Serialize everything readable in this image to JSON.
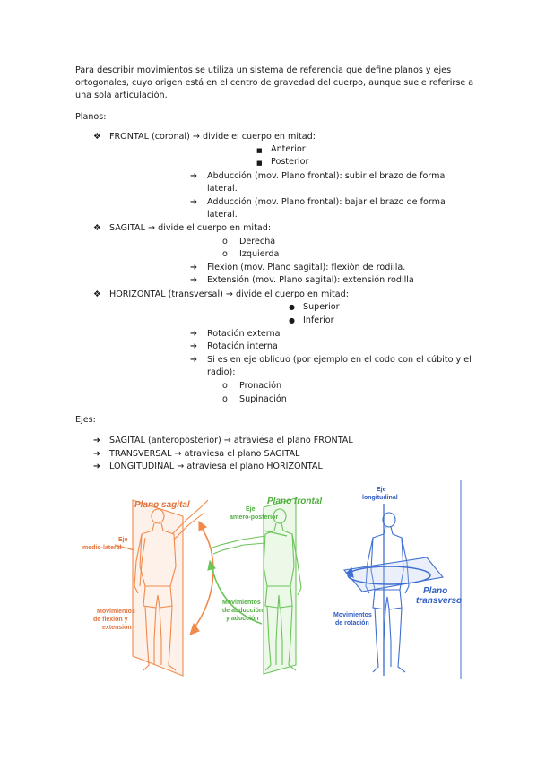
{
  "intro": {
    "line1": "Para describir movimientos se utiliza un sistema de referencia que define planos y ejes",
    "line2": "ortogonales, cuyo origen está en el centro de gravedad del cuerpo, aunque suele referirse a",
    "line3": "una sola articulación."
  },
  "planos": {
    "heading": "Planos:",
    "frontal": {
      "title": "FRONTAL (coronal) → divide el cuerpo en mitad:",
      "sub1": "Anterior",
      "sub2": "Posterior",
      "arrow1a": "Abducción (mov. Plano frontal): subir el brazo de forma",
      "arrow1b": "lateral.",
      "arrow2a": "Adducción (mov. Plano frontal): bajar el brazo de forma",
      "arrow2b": "lateral."
    },
    "sagital": {
      "title": "SAGITAL → divide el cuerpo en mitad:",
      "sub1": "Derecha",
      "sub2": "Izquierda",
      "arrow1": "Flexión (mov. Plano sagital): flexión de rodilla.",
      "arrow2": "Extensión (mov. Plano sagital): extensión rodilla"
    },
    "horizontal": {
      "title": "HORIZONTAL (transversal) → divide el cuerpo en mitad:",
      "sub1": "Superior",
      "sub2": "Inferior",
      "arrow1": "Rotación externa",
      "arrow2": "Rotación interna",
      "arrow3a": "Si es en eje oblicuo (por ejemplo en el codo con el cúbito y el",
      "arrow3b": "radio):",
      "sub3": "Pronación",
      "sub4": "Supinación"
    }
  },
  "ejes": {
    "heading": "Ejes:",
    "item1": "SAGITAL (anteroposterior) → atraviesa el plano FRONTAL",
    "item2": "TRANSVERSAL → atraviesa el plano SAGITAL",
    "item3": "LONGITUDINAL → atraviesa el plano HORIZONTAL"
  },
  "figure": {
    "sagital_title": "Plano sagital",
    "sagital_axis1": "Eje",
    "sagital_axis2": "medio-lateral",
    "sagital_mov1": "Movimientos",
    "sagital_mov2": "de flexión y",
    "sagital_mov3": "extensión",
    "frontal_title": "Plano frontal",
    "frontal_axis1": "Eje",
    "frontal_axis2": "antero-posterior",
    "frontal_mov1": "Movimientos",
    "frontal_mov2": "de abducción",
    "frontal_mov3": "y aducción",
    "transverse_axis1": "Eje",
    "transverse_axis2": "longitudinal",
    "transverse_title1": "Plano",
    "transverse_title2": "transverso",
    "transverse_mov1": "Movimientos",
    "transverse_mov2": "de rotación"
  },
  "colors": {
    "sagital": "#f08a4b",
    "frontal": "#6cc55a",
    "transverse": "#3f6fd0"
  }
}
